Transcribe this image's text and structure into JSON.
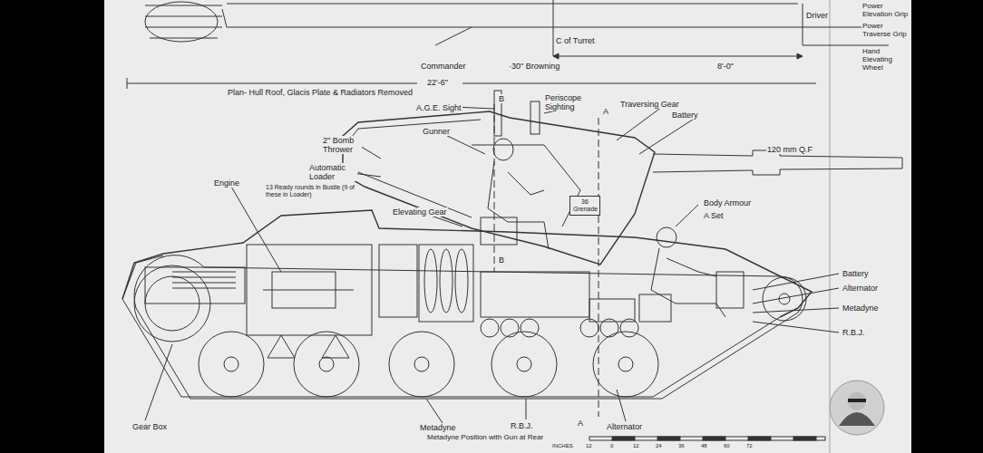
{
  "diagram": {
    "nodes": [
      {
        "text": [
          "36 Grenade"
        ]
      }
    ],
    "labels": [
      "Driver",
      "Power Elevation Grip",
      "Power Traverse Grip",
      "Hand Elevating Wheel",
      "Commander",
      "·30\" Browning",
      "C of Turret",
      "8'-0\"",
      "22'-6\"",
      "Plan- Hull Roof, Glacis Plate & Radiators Removed",
      "B",
      "A.G.E. Sight",
      "Periscope Sighting",
      "A",
      "Traversing Gear",
      "Battery",
      "120 mm Q.F",
      "2\" Bomb Thrower",
      "Gunner",
      "Automatic Loader",
      "13 Ready rounds in Bustle (9 of these in Loader)",
      "Engine",
      "Elevating Gear",
      "Body Armour",
      "A Set",
      "B",
      "Battery",
      "Alternator",
      "Metadyne",
      "R.B.J.",
      "Gear Box",
      "Metadyne",
      "R.B.J.",
      "A",
      "Alternator",
      "Metadyne Position with Gun at Rear",
      "INCHES",
      "12",
      "0",
      "12",
      "24",
      "36",
      "48",
      "60",
      "72"
    ]
  }
}
